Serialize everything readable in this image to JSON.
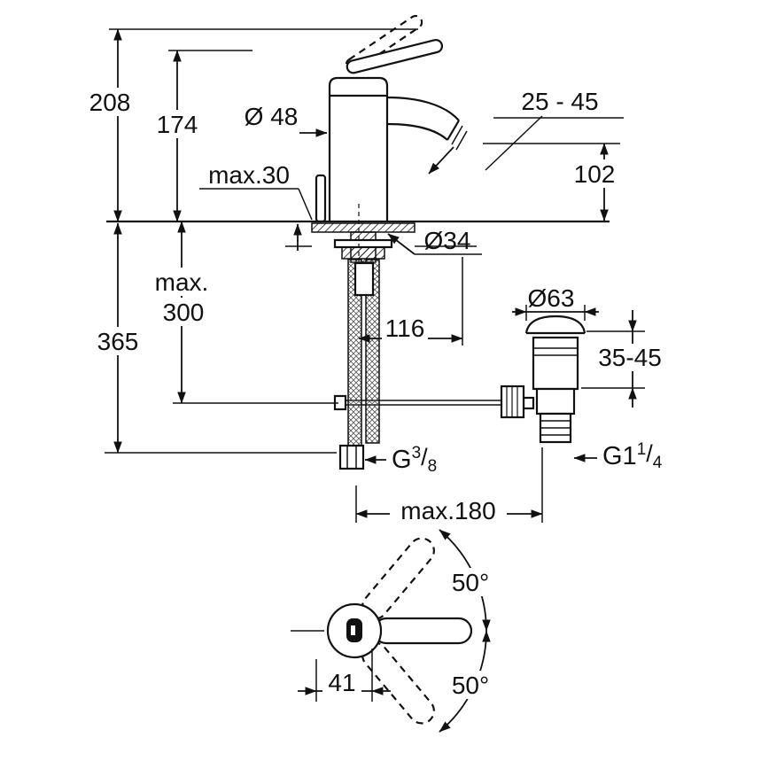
{
  "diagram": {
    "background": "#ffffff",
    "line_color": "#111111",
    "labels": {
      "total_height": "208",
      "body_height": "174",
      "body_diameter": "Ø 48",
      "stream_range": "25 - 45",
      "spout_height": "102",
      "deck_thickness": "max.30",
      "hole_diameter": "Ø34",
      "hose_max_word": "max.",
      "hose_max_value": "300",
      "below_deck_length": "365",
      "rod_offset": "116",
      "waste_flange_diameter": "Ø63",
      "waste_deck_range": "35-45",
      "center_distance": "max.180",
      "swing_upper": "50°",
      "swing_lower": "50°",
      "lever_length": "41",
      "supply_thread": {
        "base": "G",
        "numerator": "3",
        "slash": "/",
        "denominator": "8"
      },
      "waste_thread": {
        "base": "G1",
        "numerator": "1",
        "slash": "/",
        "denominator": "4"
      }
    }
  }
}
